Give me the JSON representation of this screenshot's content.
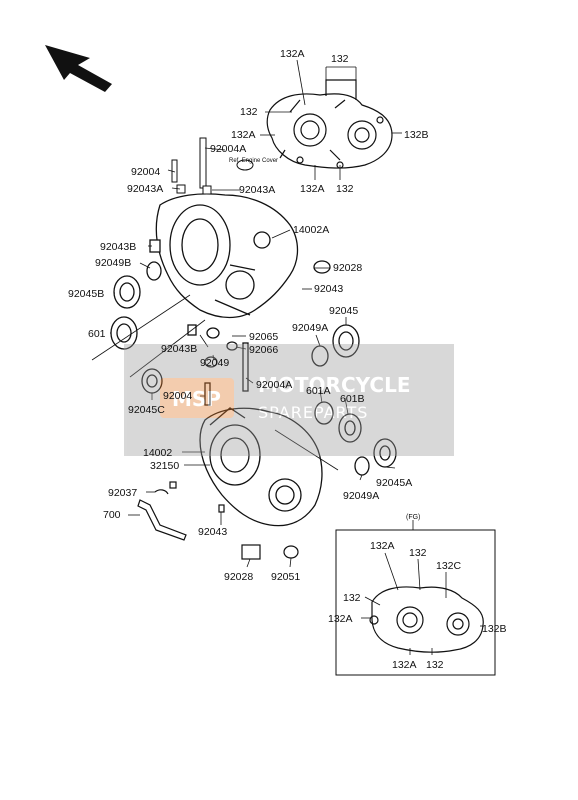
{
  "watermark": {
    "line1": "MOTORCYCLE",
    "line2": "SPAREPARTS",
    "badge": "MSP"
  },
  "inset": {
    "label": "(FG)"
  },
  "note": "Ref. Engine Cover",
  "labels": {
    "l132A_top": "132A",
    "l132_top": "132",
    "l132_t2": "132",
    "l132A_t2": "132A",
    "l132B_t": "132B",
    "l132A_t3": "132A",
    "l132_t3": "132",
    "l92004A_t": "92004A",
    "l92004": "92004",
    "l92043A_l": "92043A",
    "l92043A_r": "92043A",
    "l14002A": "14002A",
    "l92043B_t": "92043B",
    "l92049B": "92049B",
    "l92028_t": "92028",
    "l92045B": "92045B",
    "l92043": "92043",
    "l601": "601",
    "l92045": "92045",
    "l92043B_b": "92043B",
    "l92065": "92065",
    "l92049A_t": "92049A",
    "l92066": "92066",
    "l92049": "92049",
    "l92004A_b": "92004A",
    "l92004_b": "92004",
    "l601A": "601A",
    "l92045C": "92045C",
    "l601B": "601B",
    "l14002": "14002",
    "l32150": "32150",
    "l92037": "92037",
    "l92045A": "92045A",
    "l700": "700",
    "l92049A_b": "92049A",
    "l92043_b": "92043",
    "l92028_b": "92028",
    "l92051": "92051",
    "i132A_t": "132A",
    "i132_t": "132",
    "i132C": "132C",
    "i132_l": "132",
    "i132A_l": "132A",
    "i132B": "132B",
    "i132A_b": "132A",
    "i132_b": "132"
  }
}
